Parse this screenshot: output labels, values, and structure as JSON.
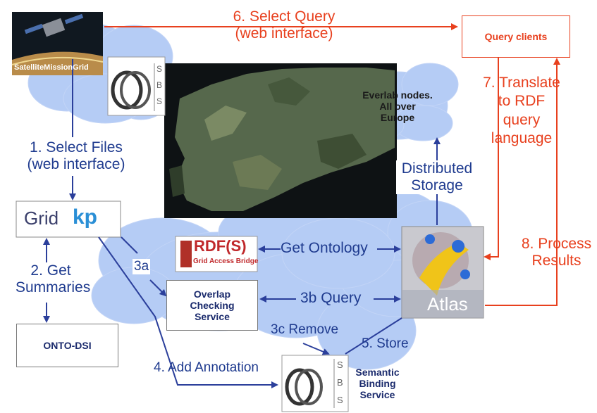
{
  "logos": {
    "satellite_caption": "SatelliteMissionGrid",
    "sbs_letters": [
      "S",
      "B",
      "S"
    ],
    "sbs_bottom_letters": [
      "S",
      "B",
      "S"
    ],
    "gridkp_grid": "Grid",
    "gridkp_kp": "kp",
    "rdfs_title": "RDF(S)",
    "rdfs_sub": "Grid Access Bridge",
    "atlas_text": "Atlas"
  },
  "nodes": {
    "query_clients": "Query clients",
    "onto_dsi": "ONTO-DSI",
    "overlap": [
      "Overlap",
      "Checking",
      "Service"
    ],
    "semantic": [
      "Semantic",
      "Binding",
      "Service"
    ],
    "everlab": [
      "Everlab nodes.",
      "All over",
      "Europe"
    ]
  },
  "labels": {
    "select_query": [
      "6. Select Query",
      "(web interface)"
    ],
    "translate": [
      "7. Translate",
      "to RDF",
      "query",
      "language"
    ],
    "process": [
      "8. Process",
      "Results"
    ],
    "select_files": [
      "1. Select Files",
      "(web interface)"
    ],
    "distributed": [
      "Distributed",
      "Storage"
    ],
    "get_ontology": "Get Ontology",
    "get_summaries": [
      "2. Get",
      "Summaries"
    ],
    "step_3a": "3a",
    "query_3b": "3b Query",
    "remove_3c": "3c Remove",
    "store": "5. Store",
    "add_annotation": "4. Add Annotation"
  },
  "colors": {
    "cloud": "#b5ccf5",
    "blue_arrow": "#2b3f9b",
    "red_arrow": "#e8401e",
    "label_blue": "#1f3b8f",
    "label_red": "#e8401e",
    "map_sea": "#0e1214",
    "map_land": "#56684c"
  }
}
